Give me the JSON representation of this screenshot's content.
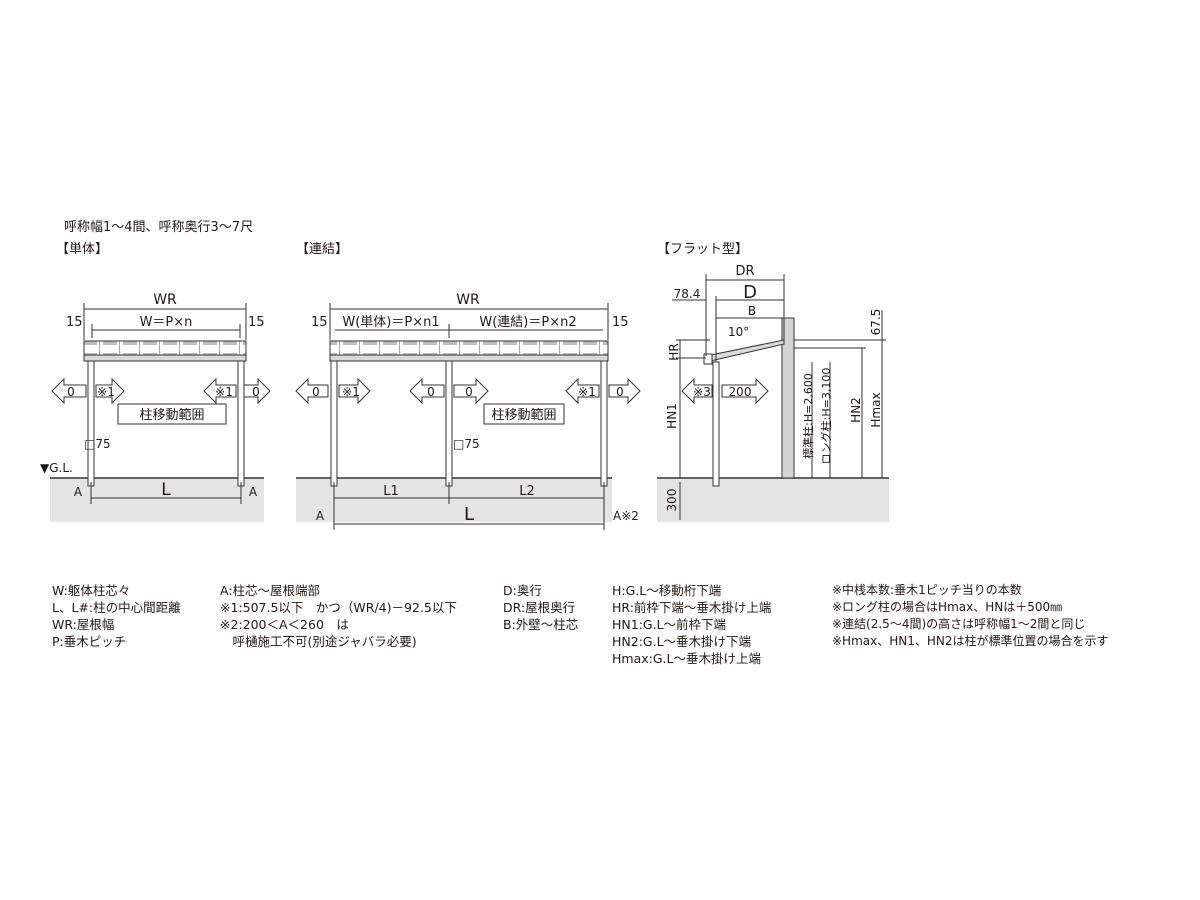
{
  "caption": "呼称幅1～4間、呼称奥行3～7尺",
  "panels": {
    "single": {
      "title": "【単体】",
      "wr": "WR",
      "w_formula": "W＝P×n",
      "edge_15": "15",
      "arrow_0": "0",
      "arrow_note": "※1",
      "post_range": "柱移動範囲",
      "post_size": "□75",
      "gl": "▼G.L.",
      "a": "A",
      "l": "L"
    },
    "linked": {
      "title": "【連結】",
      "wr": "WR",
      "w_single": "W(単体)＝P×n1",
      "w_linked": "W(連結)＝P×n2",
      "edge_15": "15",
      "arrow_0": "0",
      "arrow_note": "※1",
      "post_range": "柱移動範囲",
      "post_size": "□75",
      "a": "A",
      "a_note": "A※2",
      "l1": "L1",
      "l2": "L2",
      "l": "L"
    },
    "flat": {
      "title": "【フラット型】",
      "dr": "DR",
      "d": "D",
      "dim_78": "78.4",
      "b": "B",
      "angle": "10°",
      "dim_67": "67.5",
      "hr": "HR",
      "hn1": "HN1",
      "hn2": "HN2",
      "hmax": "Hmax",
      "note_3": "※3",
      "dim_200": "200",
      "std_post": "標準柱:H=2,600",
      "long_post": "ロング柱:H=3,100",
      "dim_300": "300"
    }
  },
  "legend": {
    "col1": [
      "W:躯体柱芯々",
      "L、L#:柱の中心間距離",
      "WR:屋根幅",
      "P:垂木ピッチ"
    ],
    "col2": [
      "A:柱芯～屋根端部",
      "※1:507.5以下　かつ（WR/4)－92.5以下",
      "※2:200＜A＜260　は",
      "　呼樋施工不可(別途ジャバラ必要)"
    ],
    "col3": [
      "D:奥行",
      "DR:屋根奥行",
      "B:外壁～柱芯"
    ],
    "col4": [
      "H:G.L～移動桁下端",
      "HR:前枠下端～垂木掛け上端",
      "HN1:G.L～前枠下端",
      "HN2:G.L～垂木掛け下端",
      "Hmax:G.L～垂木掛け上端"
    ],
    "col5": [
      "※中桟本数:垂木1ピッチ当りの本数",
      "※ロング柱の場合はHmax、HNは＋500㎜",
      "※連結(2.5～4間)の高さは呼称幅1～2間と同じ",
      "※Hmax、HN1、HN2は柱が標準位置の場合を示す"
    ]
  }
}
